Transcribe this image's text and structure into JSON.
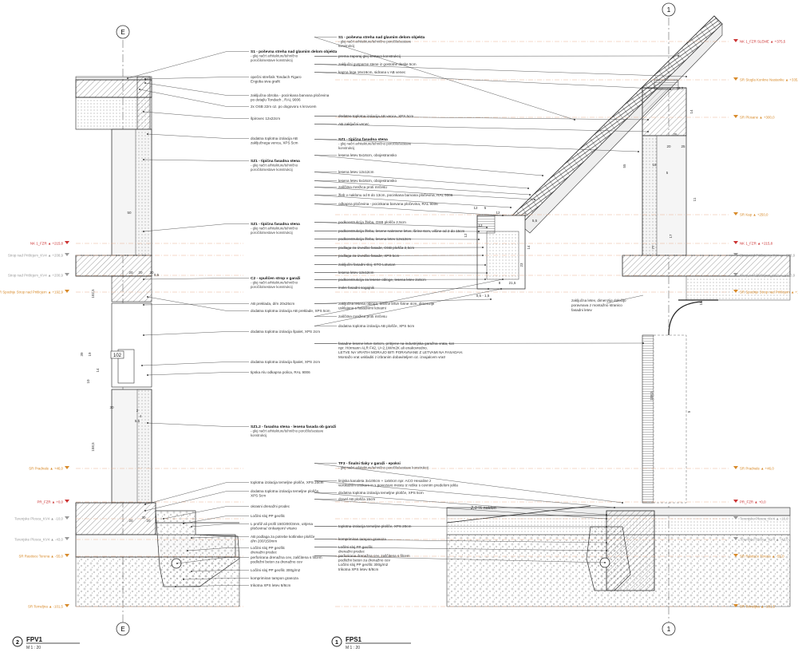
{
  "axes": {
    "left": "E",
    "right": "1"
  },
  "colors": {
    "line": "#222222",
    "level_red": "#cc3333",
    "level_orange": "#d88a2a",
    "level_grey": "#999999",
    "dash": "#e8b090"
  },
  "titles": {
    "left": {
      "number": "2",
      "code": "FPV1",
      "scale": "M 1 : 20"
    },
    "right": {
      "number": "1",
      "code": "FPS1",
      "scale": "M 1 : 20"
    }
  },
  "left_levels": [
    {
      "label": "NK 1_FZR",
      "value": "+215,8",
      "color": "red"
    },
    {
      "label": "Strop nad Pritlicjem_KV4",
      "value": "+208,9",
      "color": "grey"
    },
    {
      "label": "Strop nad Pritlicjem_KV4",
      "value": "+200,9",
      "color": "grey"
    },
    {
      "label": "SR Spodnje Strop nad Pritlicjem",
      "value": "+192,9",
      "color": "orange"
    },
    {
      "label": "SR Pradnale",
      "value": "+46,0",
      "color": "orange"
    },
    {
      "label": "PR_FZR",
      "value": "+0,0",
      "color": "red"
    },
    {
      "label": "Terenjske Plosca_KV4",
      "value": "-10,0",
      "color": "grey"
    },
    {
      "label": "Terenjske Plosca_KV4",
      "value": "-43,0",
      "color": "grey"
    },
    {
      "label": "SR Rastisce Terena",
      "value": "-55,0",
      "color": "orange"
    },
    {
      "label": "SR Temeljna",
      "value": "-101,5",
      "color": "orange"
    }
  ],
  "right_levels": [
    {
      "label": "NK 1_FZR SLEME",
      "value": "+375,5",
      "color": "red"
    },
    {
      "label": "SR Stogla Konkne Nastanke",
      "value": "+335,9",
      "color": "orange"
    },
    {
      "label": "SR Plosane",
      "value": "+300,0",
      "color": "orange"
    },
    {
      "label": "SR Kap",
      "value": "+250,0",
      "color": "orange"
    },
    {
      "label": "NK 1_FZR",
      "value": "+215,8",
      "color": "red"
    },
    {
      "label": "Strop nad Pritlicjem_KV4",
      "value": "+208,9",
      "color": "grey"
    },
    {
      "label": "Strop nad Pritlicjem_KV4",
      "value": "+200,9",
      "color": "grey"
    },
    {
      "label": "SR Spodnje Strop nad Pritlicjem",
      "value": "+192,9",
      "color": "orange"
    },
    {
      "label": "SR Pradnale",
      "value": "+46,0",
      "color": "orange"
    },
    {
      "label": "PR_FZR",
      "value": "+0,0",
      "color": "red"
    },
    {
      "label": "Terenjske Plosca_KV4",
      "value": "-10,0",
      "color": "grey"
    },
    {
      "label": "Terenjske Plosca_KV4",
      "value": "-43,0",
      "color": "grey"
    },
    {
      "label": "SR Rastisce Terena",
      "value": "-55,0",
      "color": "orange"
    },
    {
      "label": "SR Temeljna",
      "value": "-101,5",
      "color": "orange"
    }
  ],
  "left_notes": [
    {
      "lines": [
        "S1 - poševna streha nad glavnim delom objekta",
        "- glej načrt arhitekture/tehnično",
        "poročilo/sestave konstrukcij"
      ],
      "head": true
    },
    {
      "lines": [
        "opečni strešnik Tondach Figaro",
        "Engoba siva grafit"
      ]
    },
    {
      "lines": [
        "zaključna obroba - pocinkana barvana pločevina",
        "po detajlu Tondach , RAL 9006"
      ]
    },
    {
      "lines": [
        "2x OSB 22m oz. po dogovoru s krovcem"
      ]
    },
    {
      "lines": [
        "špirovec 12x22cm"
      ]
    },
    {
      "lines": [
        "dodatna toplotna izolacija AB",
        "zaključnega venca, XPS 5cm"
      ]
    },
    {
      "lines": [
        "SZ1 - tipična fasadna stena",
        "- glej načrt arhitekture/tehnično",
        "poročilo/sestave konstrukcij"
      ],
      "head": true
    },
    {
      "lines": [
        "SZ1 - tipična fasadna stena",
        "- glej načrt arhitekture/tehnično",
        "poročilo/sestave konstrukcij"
      ],
      "head": true
    },
    {
      "lines": [
        "C2 - spuščen strop v garaži",
        "- glej načrt arhitekture/tehnično",
        "poročilo/sestave konstrukcij"
      ],
      "head": true
    },
    {
      "lines": [
        "AB preklada, d/m 20x25cm"
      ]
    },
    {
      "lines": [
        "dodatna toplotna izolacija AB preklade, XPS 5cm"
      ]
    },
    {
      "lines": [
        "dodatna toplotna izolacija špalet, XPS 2cm"
      ]
    },
    {
      "lines": [
        "dodatna toplotna izolacija špalet, XPS 2cm"
      ]
    },
    {
      "lines": [
        "tipska Alu odkapna polica, RAL 9006"
      ]
    },
    {
      "lines": [
        "SZ1.2 - fasadna stena - lesena fasada ob garaži",
        "- glej načrt arhitekture/tehnično poročilo/sestave",
        "konstrukcij"
      ],
      "head": true
    },
    {
      "lines": [
        "toplotna izolacija temeljne plošče, XPS 20cm"
      ]
    },
    {
      "lines": [
        "dodatna toplotna izolacija temeljne plošče,",
        "XPS 5cm"
      ]
    },
    {
      "lines": [
        "okrasni drenažni prodec"
      ]
    },
    {
      "lines": [
        "Ločilni sloj PP geofilc"
      ]
    },
    {
      "lines": [
        "L profil/ ali profil 150/200/3mm, utrjena",
        "pločevina/ cinkanjem/ vrtano"
      ]
    },
    {
      "lines": [
        "AB podlaga za potrebe kotlinske plošče",
        "d/m 200/150mm"
      ]
    },
    {
      "lines": [
        "Ločilni sloj PP geofilc",
        "drenažni prodec"
      ]
    },
    {
      "lines": [
        "perforirana drenažna cev, zaščitena s filcem",
        "podložni beton za drenažno cev"
      ]
    },
    {
      "lines": [
        "Ločilni sloj PP geofilc 300g/m2"
      ]
    },
    {
      "lines": [
        "komprimiran tampon granoza"
      ]
    },
    {
      "lines": [
        "trikotna XPS letev 8/8cm"
      ]
    }
  ],
  "right_notes": [
    {
      "lines": [
        "S1 - poševna streha nad glavnim delom objekta",
        "- glej načrt arhitekture/tehnično poročilo/sestave",
        "konstrukcij"
      ],
      "head": true
    },
    {
      "lines": [
        "prema zaporaj glej sestavo konstrukcij"
      ]
    },
    {
      "lines": [
        "zaključni gusparne stene iz gostotne deske 5cm"
      ]
    },
    {
      "lines": [
        "kapna lega 16x16cm, sidrana v AB venec"
      ]
    },
    {
      "lines": [
        "dodatna toplotna izolacija AB venca, XPS 5cm"
      ]
    },
    {
      "lines": [
        "AB zaključni venec"
      ]
    },
    {
      "lines": [
        "SZ1 - tipična fasadna stena",
        "- glej načrt arhitekture/tehnično poročilo/sestave",
        "konstrukcij"
      ],
      "head": true
    },
    {
      "lines": [
        "lesena letev 5x16cm, obojestransko"
      ]
    },
    {
      "lines": [
        "lesena letev 12x12cm"
      ]
    },
    {
      "lines": [
        "lesena letev 5x16cm, obojestransko"
      ]
    },
    {
      "lines": [
        "zaščitna mrežica proti mrčesu"
      ]
    },
    {
      "lines": [
        "žleb v naklonu od 8 do 13cm, pocinkana barvana pločevina, RAL 9006"
      ]
    },
    {
      "lines": [
        "odkapna pločevina - pocinkana barvana pločevina, RAL 9006"
      ]
    },
    {
      "lines": [
        "podkonstrukcija žleba, OSB plošča 2,5cm"
      ]
    },
    {
      "lines": [
        "podkonstrukcija žleba, lesene nakrovne letve, širine 6cm, višine od 2 do 15cm"
      ]
    },
    {
      "lines": [
        "podkonstrukcija žleba, lesena letev 12x12cm"
      ]
    },
    {
      "lines": [
        "podlaga za izvedbo fasade, OSB plošča 2,5cm"
      ]
    },
    {
      "lines": [
        "podlaga za izvedbo fasade, XPS 5cm"
      ]
    },
    {
      "lines": [
        "zaključni fasadni sloj, STO Lotusan"
      ]
    },
    {
      "lines": [
        "lesena letev 12x12cm"
      ]
    },
    {
      "lines": [
        "podkonstrukcija za lesene obloge, lesena letev 2x6cm"
      ]
    },
    {
      "lines": [
        "inoks fasadni sogajnik"
      ]
    },
    {
      "lines": [
        "zaključna lesena obloga, lesene letve širine 4cm, dimenzije",
        "usklajene s fasadnimi letvami"
      ]
    },
    {
      "lines": [
        "zaščitna mrežica proti mrčesu"
      ]
    },
    {
      "lines": [
        "dodatna toplotna izolacija AB plošče, XPS 5cm"
      ]
    },
    {
      "lines": [
        "fasadne lesene letve 4x6cm, pritrjene na industrijska garažna vrata, kot",
        "npr. Hörmann ALR F42, U=2,1W/m2K ali enakovredno.",
        "LETVE NA VRATIH MORAJO BITI PORAVNANE Z LETVAMI NA FASADAH.",
        "Montažo vrat uskladiti z izbranim dobaviteljem oz. izvajalcem vrat!"
      ]
    },
    {
      "lines": [
        "TF3 - finalni tlaky v garaži - epoksi",
        "- glej načrt arhitekture/tehnično poročilo/sestave konstrukcij"
      ],
      "head": true
    },
    {
      "lines": [
        "linijska kanaleta 3x100cm + 1x50cm npr. ACO Hexaline z",
        "vertikalnim iztokom in s povezavo mostu iz reške s cevnim predelom jekla"
      ]
    },
    {
      "lines": [
        "dodatna toplotna izolacija temeljne plošče, XPS 5cm"
      ]
    },
    {
      "lines": [
        "dowel AB plošča 15cm"
      ]
    },
    {
      "lines": [
        "toplotna izolacija temeljne plošče, XPS 20cm"
      ]
    },
    {
      "lines": [
        "komprimiran tampon granoza"
      ]
    },
    {
      "lines": [
        "Ločilni sloj PP geofilc",
        "drenažni prodec"
      ]
    },
    {
      "lines": [
        "perforirana drenažna cev, zaščitena s filcem",
        "podložni beton za drenažno cev",
        "Ločilni sloj PP geofilc 300g/m2",
        "trikotna XPS letev 8/8cm"
      ]
    }
  ],
  "callouts": {
    "garage_note": [
      "zaključna letev, dimenzije določijo",
      "poravnava z montažno stranico",
      "fasadni letev"
    ],
    "slope": "2,0 % naklon"
  },
  "dims_left": [
    "50",
    "20",
    "20",
    "20",
    "0,5",
    "102,5",
    "19",
    "39",
    "14",
    "10",
    "30",
    "2",
    "4",
    "5,5",
    "158,5",
    "30",
    "20",
    "20"
  ],
  "dims_right": [
    "14",
    "15,5",
    "25",
    "25",
    "20",
    "18",
    "5",
    "55",
    "11",
    "2",
    "5,5",
    "12",
    "12",
    "5",
    "12",
    "12",
    "14",
    "23",
    "77",
    "0,5 - 1,5",
    "8",
    "21,5",
    "108,5",
    "5",
    "18",
    "17"
  ]
}
